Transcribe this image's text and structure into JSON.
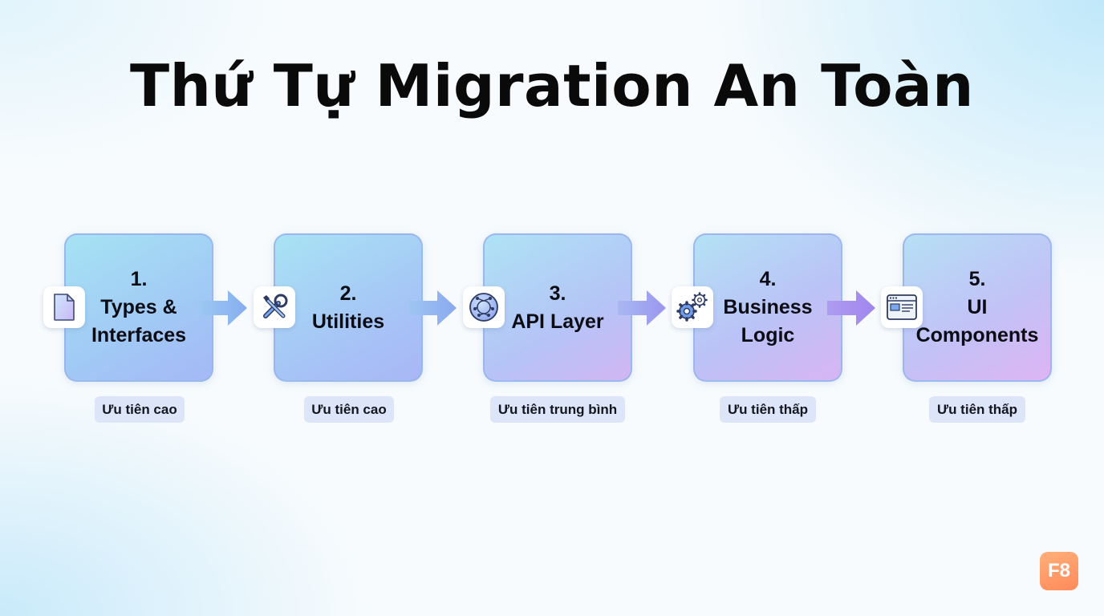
{
  "title": "Thứ Tự Migration An Toàn",
  "steps": [
    {
      "number": "1.",
      "lines": [
        "Types &",
        "Interfaces"
      ],
      "priority": "Ưu tiên cao",
      "icon": "document-icon"
    },
    {
      "number": "2.",
      "lines": [
        "Utilities"
      ],
      "priority": "Ưu tiên cao",
      "icon": "tools-icon"
    },
    {
      "number": "3.",
      "lines": [
        "API Layer"
      ],
      "priority": "Ưu tiên trung bình",
      "icon": "network-globe-icon"
    },
    {
      "number": "4.",
      "lines": [
        "Business",
        "Logic"
      ],
      "priority": "Ưu tiên thấp",
      "icon": "gears-icon"
    },
    {
      "number": "5.",
      "lines": [
        "UI",
        "Components"
      ],
      "priority": "Ưu tiên thấp",
      "icon": "browser-window-icon"
    }
  ],
  "logo": {
    "text": "F8"
  },
  "colors": {
    "arrow_start": "#8bb4f0",
    "arrow_end": "#a58af0",
    "pill_bg": "#dde6f8",
    "logo": "#ff9a66"
  }
}
